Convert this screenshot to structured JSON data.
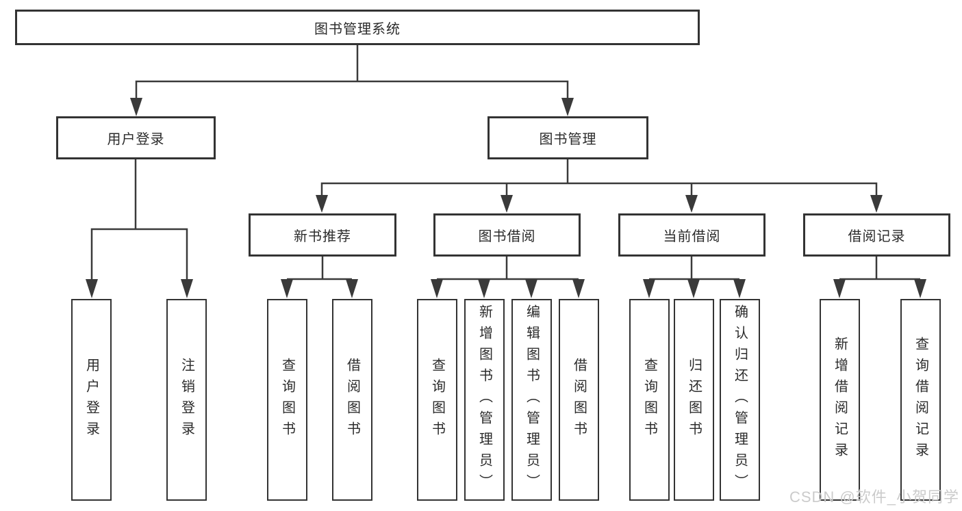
{
  "root": {
    "label": "图书管理系统"
  },
  "branches": [
    {
      "label": "用户登录",
      "children": [
        "用户登录",
        "注销登录"
      ]
    },
    {
      "label": "图书管理",
      "modules": [
        {
          "label": "新书推荐",
          "children": [
            "查询图书",
            "借阅图书"
          ]
        },
        {
          "label": "图书借阅",
          "children": [
            "查询图书",
            "新增图书（管理员）",
            "编辑图书（管理员）",
            "借阅图书"
          ]
        },
        {
          "label": "当前借阅",
          "children": [
            "查询图书",
            "归还图书",
            "确认归还（管理员）"
          ]
        },
        {
          "label": "借阅记录",
          "children": [
            "新增借阅记录",
            "查询借阅记录"
          ]
        }
      ]
    }
  ],
  "watermark": "CSDN @软件_小贺同学",
  "colors": {
    "line": "#3a3a3a",
    "border": "#333333",
    "text": "#2b2b2b",
    "watermark": "#cbcbcb",
    "background": "#ffffff"
  }
}
